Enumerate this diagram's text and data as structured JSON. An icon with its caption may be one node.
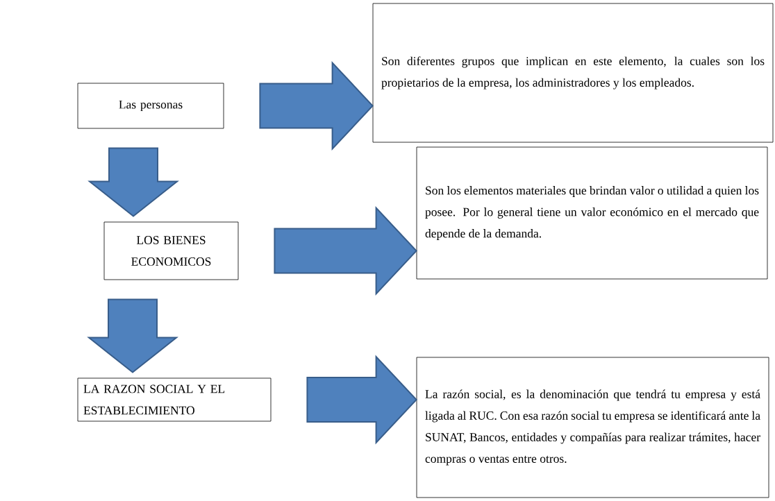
{
  "diagram": {
    "nodes": [
      {
        "text": [
          "Las personas"
        ]
      },
      {
        "text": [
          "Son diferentes grupos que implican en este elemento, la cuales son los propietarios de la empresa, los administradores y los empleados."
        ]
      },
      {
        "text": [
          "LOS BIENES ECONOMICOS"
        ]
      },
      {
        "text": [
          "Son los elementos materiales que brindan valor o utilidad a quien los posee. Por lo general tiene un valor económico en el mercado que depende de la demanda."
        ]
      },
      {
        "text": [
          "LA RAZON SOCIAL Y EL ESTABLECIMIENTO"
        ]
      },
      {
        "text": [
          "La razón social, es la denominación que tendrá tu empresa y está ligada al RUC. Con esa razón social tu empresa se identificará ante la SUNAT, Bancos, entidades y compañías para realizar trámites, hacer compras o ventas entre otros."
        ]
      }
    ],
    "edges": [
      {
        "from": 0,
        "to": 1,
        "arrow": "to"
      },
      {
        "from": 0,
        "to": 2,
        "arrow": "to"
      },
      {
        "from": 2,
        "to": 3,
        "arrow": "to"
      },
      {
        "from": 2,
        "to": 4,
        "arrow": "to"
      },
      {
        "from": 4,
        "to": 5,
        "arrow": "to"
      }
    ]
  }
}
